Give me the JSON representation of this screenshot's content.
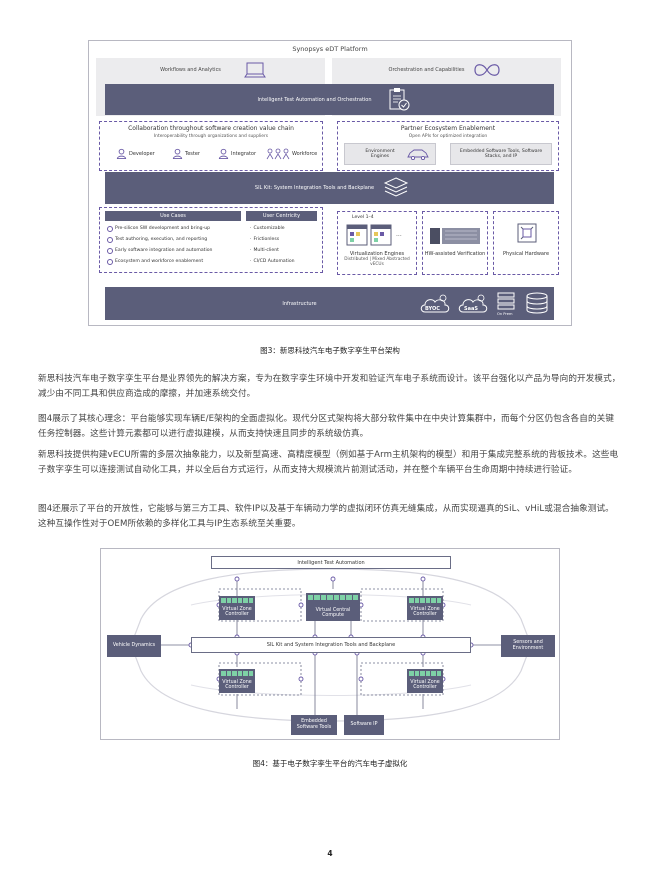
{
  "figure3": {
    "title": "Synopsys eDT Platform",
    "workflows": "Workflows and Analytics",
    "orchestration": "Orchestration and Capabilities",
    "ita": "Intelligent Test Automation and Orchestration",
    "collab_title": "Collaboration throughout software creation value chain",
    "collab_sub": "Interoperability through organizations and suppliers",
    "roles": [
      "Developer",
      "Tester",
      "Integrator",
      "Workforce"
    ],
    "partner_title": "Partner Ecosystem Enablement",
    "partner_sub": "Open APIs for optimized integration",
    "env_engines": "Environment Engines",
    "embedded_tools": "Embedded Software Tools, Software Stacks, and IP",
    "sil_kit": "SIL Kit: System Integration Tools and Backplane",
    "use_cases_header": "Use Cases",
    "use_cases": [
      "Pre-silicon SW development and bring-up",
      "Test authoring, execution, and reporting",
      "Early software integration and automation",
      "Ecosystem and workforce enablement"
    ],
    "user_centricity_header": "User Centricity",
    "user_centricity": [
      "Customizable",
      "Frictionless",
      "Multi-client",
      "CI/CD Automation"
    ],
    "level": "Level 1–4",
    "virt_title": "Virtualization Engines",
    "virt_sub": "Distributed | Mixed Abstracted vECUs",
    "hw_title": "HW-assisted Verification",
    "phys_title": "Physical Hardware",
    "infrastructure": "Infrastructure",
    "byoc": "BYOC",
    "saas": "SaaS",
    "onprem": "On Prem",
    "ellipsis": "..."
  },
  "caption3": "图3：新思科技汽车电子数字孪生平台架构",
  "paragraphs": [
    "新思科技汽车电子数字孪生平台是业界领先的解决方案，专为在数字孪生环境中开发和验证汽车电子系统而设计。该平台强化以产品为导向的开发模式，减少由不同工具和供应商造成的摩擦，并加速系统交付。",
    "图4展示了其核心理念：平台能够实现车辆E/E架构的全面虚拟化。现代分区式架构将大部分软件集中在中央计算集群中，而每个分区仍包含各自的关键任务控制器。这些计算元素都可以进行虚拟建模，从而支持快速且同步的系统级仿真。",
    "新思科技提供构建vECU所需的多层次抽象能力，以及新型高速、高精度模型（例如基于Arm主机架构的模型）和用于集成完整系统的背板技术。这些电子数字孪生可以连接测试自动化工具，并以全后台方式运行，从而支持大规模流片前测试活动，并在整个车辆平台生命周期中持续进行验证。",
    "图4还展示了平台的开放性，它能够与第三方工具、软件IP以及基于车辆动力学的虚拟闭环仿真无缝集成，从而实现逼真的SiL、vHiL或混合抽象测试。这种互操作性对于OEM所依赖的多样化工具与IP生态系统至关重要。"
  ],
  "figure4": {
    "ita": "Intelligent Test Automation",
    "vzc_top_left": "Virtual Zone Controller",
    "vcc": "Virtual Central Compute",
    "vzc_top_right": "Virtual Zone Controller",
    "vehicle_dynamics": "Vehicle Dynamics",
    "sil_kit": "SIL Kit and System Integration Tools and Backplane",
    "sensors": "Sensors and Environment",
    "vzc_bottom_left": "Virtual Zone Controller",
    "vzc_bottom_right": "Virtual Zone Controller",
    "embedded_tools": "Embedded Software Tools",
    "software_ip": "Software IP"
  },
  "caption4": "图4：基于电子数字孪生平台的汽车电子虚拟化",
  "page_number": "4",
  "colors": {
    "bar": "#5b5e7a",
    "accent": "#6a5aa6",
    "chip": "#7ed1a6"
  }
}
